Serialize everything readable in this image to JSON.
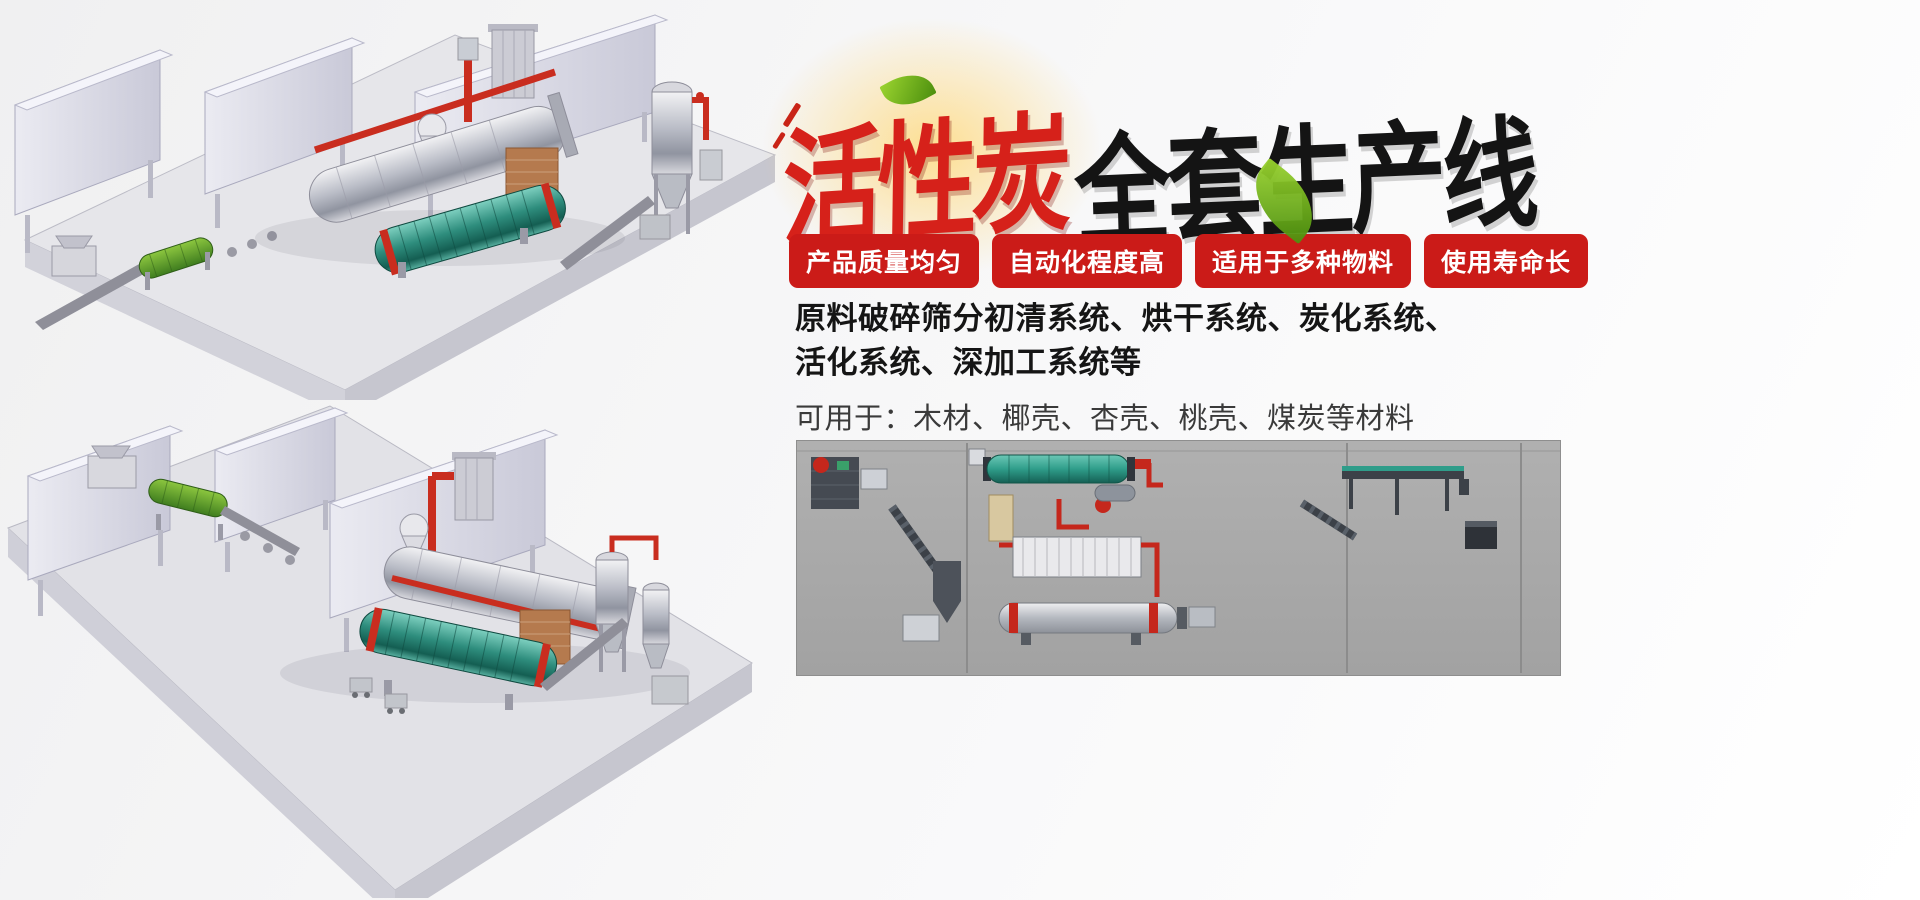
{
  "page": {
    "background_top": "#f0f0f1",
    "background_bottom": "#ffffff"
  },
  "hero": {
    "title_red": "活性炭",
    "title_black": "全套生产线",
    "title_red_color": "#d6211a",
    "title_black_color": "#141414",
    "badges": [
      "产品质量均匀",
      "自动化程度高",
      "适用于多种物料",
      "使用寿命长"
    ],
    "badge_bg": "#cb1b18",
    "badge_text_color": "#ffffff",
    "system_line1": "原料破碎筛分初清系统、烘干系统、炭化系统、",
    "system_line2": "活化系统、深加工系统等",
    "materials_line": "可用于：木材、椰壳、杏壳、桃壳、煤炭等材料"
  },
  "illustrations": {
    "top_render": "activated-carbon-production-line-3d-render-upper",
    "bottom_render": "activated-carbon-production-line-3d-render-lower",
    "layout_diagram": "production-line-layout-diagram"
  },
  "palette": {
    "machine_gray": "#c9c9cf",
    "drum_teal": "#2f8f80",
    "drum_green": "#5c9b2e",
    "pipe_red": "#c92d1f",
    "furnace_brown": "#b57a4e",
    "diagram_bg": "#a8a8a8",
    "leaf_green": "#6fae1d",
    "glow_yellow": "#ffd878"
  }
}
